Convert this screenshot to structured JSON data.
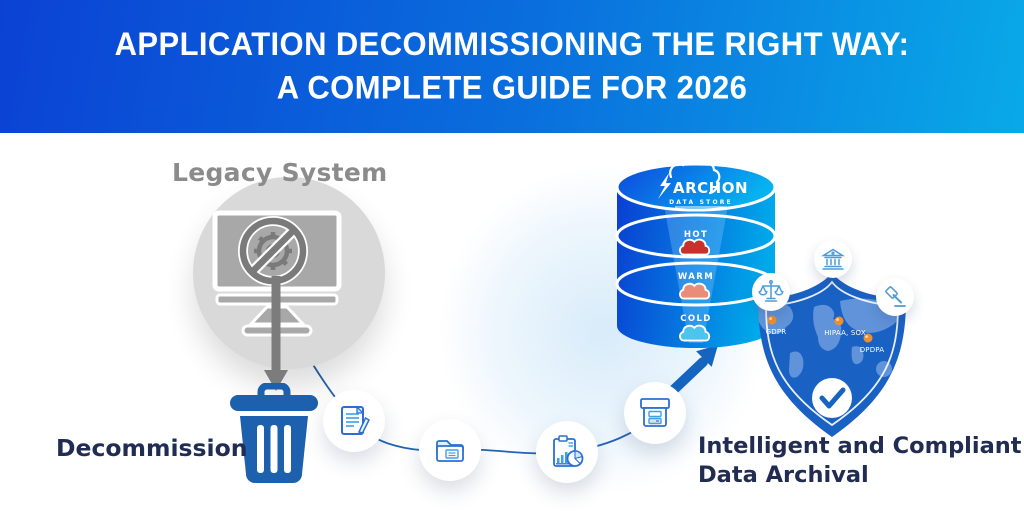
{
  "header": {
    "title_line1": "APPLICATION DECOMMISSIONING THE RIGHT WAY:",
    "title_line2": "A COMPLETE GUIDE FOR 2026"
  },
  "legacy": {
    "label": "Legacy System"
  },
  "decommission": {
    "label": "Decommission"
  },
  "archival": {
    "line1": "Intelligent and Compliant",
    "line2": "Data Archival"
  },
  "datastore": {
    "brand": "ARCHON",
    "brand_sub": "DATA STORE",
    "tiers": [
      {
        "label": "HOT",
        "cloud_color": "#c8312c"
      },
      {
        "label": "WARM",
        "cloud_color": "#e98d7a"
      },
      {
        "label": "COLD",
        "cloud_color": "#4cc4ec"
      }
    ]
  },
  "shield": {
    "pins": [
      {
        "label": "GDPR"
      },
      {
        "label": "HIPAA, SOX"
      },
      {
        "label": "DPDPA"
      }
    ]
  },
  "flow_steps": [
    {
      "icon": "document-edit-icon"
    },
    {
      "icon": "folder-icon"
    },
    {
      "icon": "report-chart-icon"
    },
    {
      "icon": "archive-box-icon"
    }
  ],
  "colors": {
    "header_gradient_start": "#0b42d4",
    "header_gradient_end": "#09a9e8",
    "brand_blue": "#1565c0",
    "trash_blue": "#1c60ae",
    "navy_text": "#212c52",
    "gray_text": "#8b8b8b",
    "cylinder_start": "#0a3ed2",
    "cylinder_end": "#00a9ea",
    "shield_blue": "#1a61c4",
    "pin_orange": "#ee8f2e"
  }
}
